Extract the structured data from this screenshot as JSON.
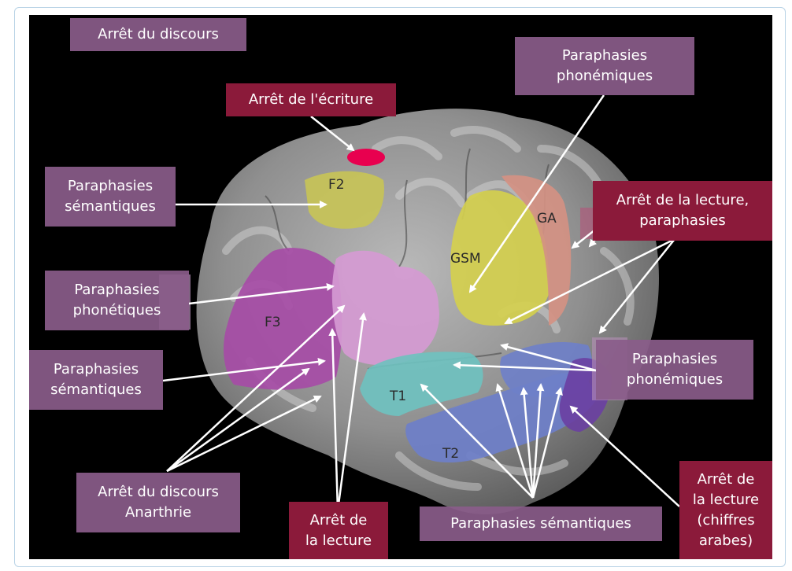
{
  "labels": {
    "speech_arrest_top": "Arrêt du discours",
    "writing_arrest": "Arrêt de l'écriture",
    "phonemic_top_1": "Paraphasies",
    "phonemic_top_2": "phonémiques",
    "semantic_upper_1": "Paraphasies",
    "semantic_upper_2": "sémantiques",
    "reading_paraphasia_1": "Arrêt de la lecture,",
    "reading_paraphasia_2": "paraphasies",
    "phonetic_1": "Paraphasies",
    "phonetic_2": "phonétiques",
    "semantic_lower_1": "Paraphasies",
    "semantic_lower_2": "sémantiques",
    "phonemic_right_1": "Paraphasies",
    "phonemic_right_2": "phonémiques",
    "speech_anarthria_1": "Arrêt du discours",
    "speech_anarthria_2": "Anarthrie",
    "reading_arrest_1": "Arrêt de",
    "reading_arrest_2": "la lecture",
    "semantic_bottom": "Paraphasies sémantiques",
    "reading_digits_1": "Arrêt de",
    "reading_digits_2": "la lecture",
    "reading_digits_3": "(chiffres",
    "reading_digits_4": "arabes)"
  },
  "regions": {
    "f2": "F2",
    "f3": "F3",
    "ga": "GA",
    "gsm": "GSM",
    "t1": "T1",
    "t2": "T2"
  },
  "colors": {
    "label_purple": "#8a5c8a",
    "label_crimson": "#8b1a3a",
    "brain_gray": "#8c8c8c",
    "f2_yellow": "#c8c455",
    "f3_magenta": "#a64aa6",
    "pink_region": "#d59ad3",
    "gsm_yellow": "#d4cf4e",
    "ga_salmon": "#d49183",
    "t1_cyan": "#6fc1bf",
    "t2_blue": "#6e7fc9",
    "violet_region": "#6a3fa2",
    "stim_spot": "#e8004f"
  }
}
